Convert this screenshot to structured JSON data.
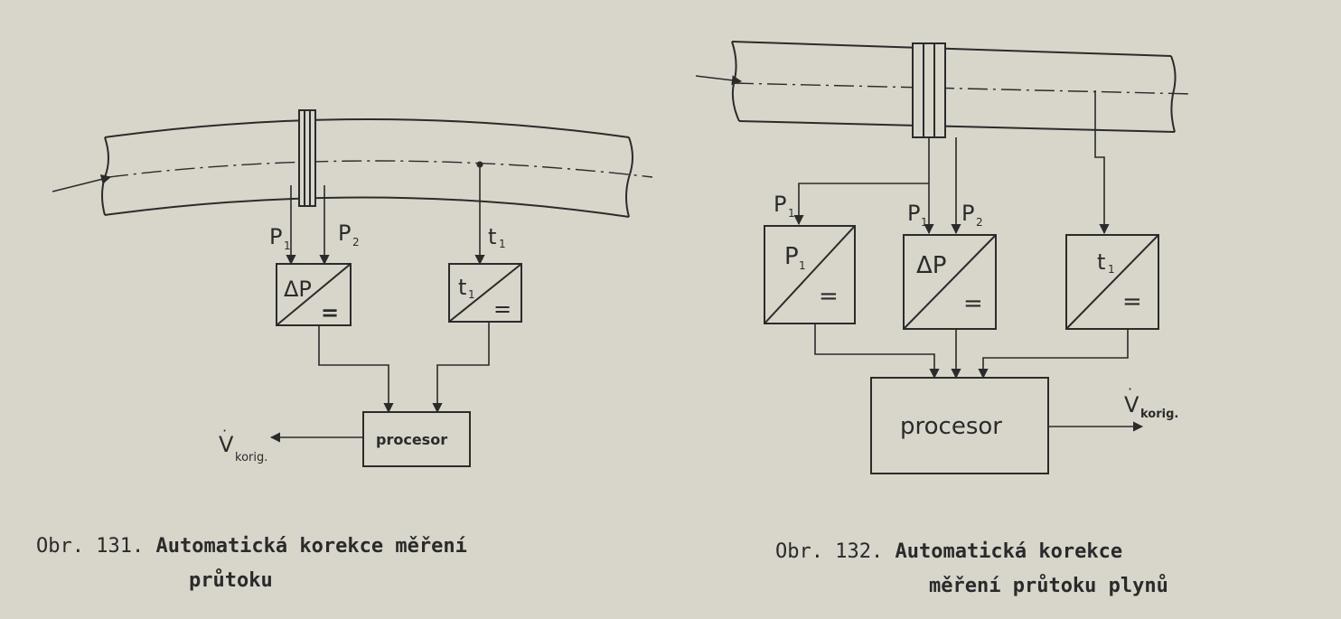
{
  "figure_left": {
    "labels": {
      "p1": "P",
      "p1_sub": "1",
      "p2": "P",
      "p2_sub": "2",
      "t1": "t",
      "t1_sub": "1",
      "dp_top": "ΔP",
      "dp_bottom": "=",
      "t_top": "t",
      "t_sub": "1",
      "t_bottom": "=",
      "processor": "procesor",
      "output": "V",
      "output_sub": "korig."
    },
    "caption": {
      "number": "Obr. 131.",
      "line1": "Automatická korekce měření",
      "line2": "průtoku"
    }
  },
  "figure_right": {
    "labels": {
      "p1_left": "P",
      "p1_left_sub": "1",
      "p1_mid": "P",
      "p1_mid_sub": "1",
      "p2_mid": "P",
      "p2_mid_sub": "2",
      "box_p_top": "P",
      "box_p_sub": "1",
      "box_p_bottom": "=",
      "box_dp_top": "ΔP",
      "box_dp_bottom": "=",
      "box_t_top": "t",
      "box_t_sub": "1",
      "box_t_bottom": "=",
      "processor": "procesor",
      "output": "V",
      "output_sub": "korig."
    },
    "caption": {
      "number": "Obr. 132.",
      "line1": "Automatická korekce",
      "line2": "měření průtoku plynů"
    }
  },
  "colors": {
    "paper": "#d8d5cb",
    "ink": "#2b2b2b"
  }
}
